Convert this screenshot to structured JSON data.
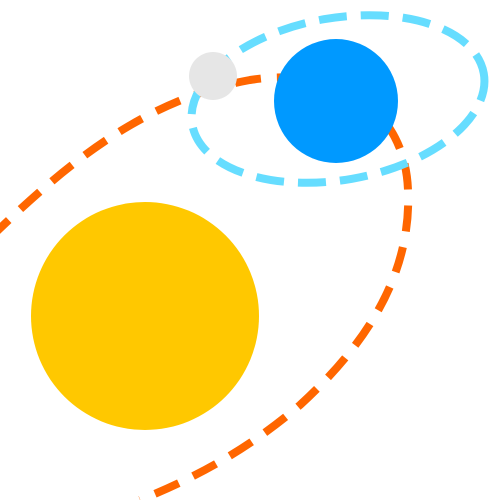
{
  "diagram": {
    "background_color": "#ffffff",
    "bodies": [
      {
        "role": "star",
        "color": "#FFC800"
      },
      {
        "role": "planet",
        "color": "#0099FF"
      },
      {
        "role": "moon",
        "color": "#E6E6E6"
      }
    ],
    "orbits": [
      {
        "role": "planet-orbit",
        "color": "#FF6600",
        "style": "dashed"
      },
      {
        "role": "moon-orbit",
        "color": "#66DDFF",
        "style": "dashed"
      }
    ]
  }
}
